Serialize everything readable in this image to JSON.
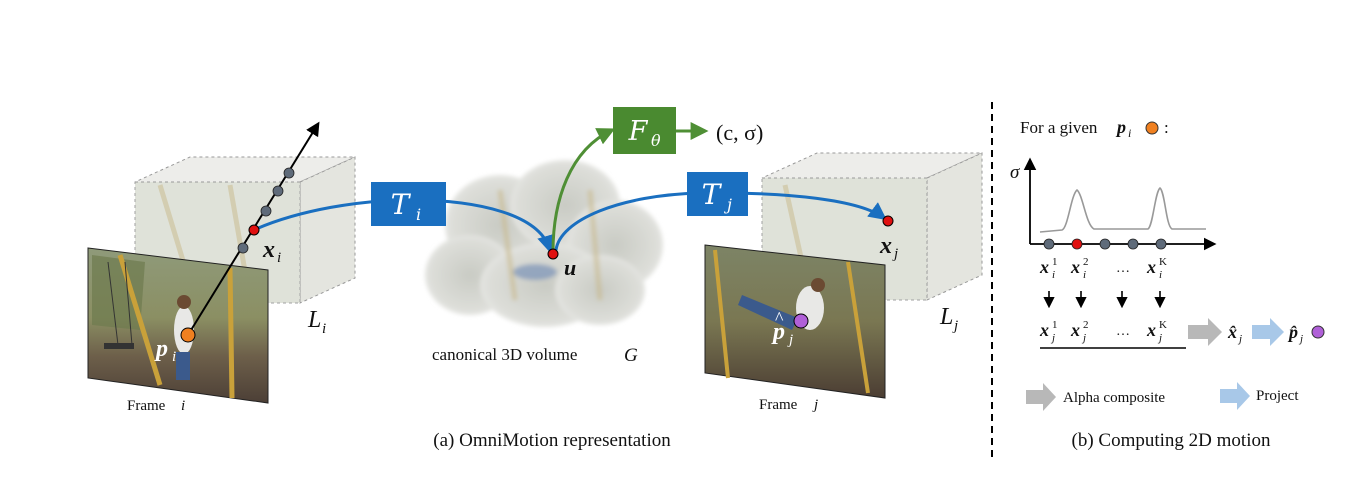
{
  "panel_a": {
    "caption": "(a) OmniMotion representation",
    "frame_i_label": "Frame",
    "frame_i_var": "i",
    "frame_j_label": "Frame",
    "frame_j_var": "j",
    "volume_label": "canonical 3D volume",
    "volume_var": "G",
    "L_i": "L",
    "L_i_sub": "i",
    "L_j": "L",
    "L_j_sub": "j",
    "x_i": "x",
    "x_i_sub": "i",
    "x_j": "x",
    "x_j_sub": "j",
    "p_i": "p",
    "p_i_sub": "i",
    "p_j": "p",
    "p_j_sub": "j",
    "u": "u",
    "T_i": "T",
    "T_i_sub": "i",
    "T_j": "T",
    "T_j_sub": "j",
    "F": "F",
    "F_sub": "θ",
    "output": "(c, σ)"
  },
  "panel_b": {
    "caption": "(b) Computing 2D motion",
    "heading_prefix": "For a given",
    "heading_var": "p",
    "heading_sub": "i",
    "heading_suffix": ":",
    "sigma": "σ",
    "top_row": [
      {
        "var": "x",
        "sub": "i",
        "sup": "1"
      },
      {
        "var": "x",
        "sub": "i",
        "sup": "2"
      },
      {
        "var": "…",
        "sub": "",
        "sup": ""
      },
      {
        "var": "x",
        "sub": "i",
        "sup": "K"
      }
    ],
    "bottom_row": [
      {
        "var": "x",
        "sub": "j",
        "sup": "1"
      },
      {
        "var": "x",
        "sub": "j",
        "sup": "2"
      },
      {
        "var": "…",
        "sub": "",
        "sup": ""
      },
      {
        "var": "x",
        "sub": "j",
        "sup": "K"
      }
    ],
    "xhat": "x̂",
    "xhat_sub": "j",
    "phat": "p̂",
    "phat_sub": "j",
    "legend_alpha": "Alpha composite",
    "legend_project": "Project"
  },
  "colors": {
    "transform_blue": "#1a6fc0",
    "mlp_green": "#4a8a30",
    "arrow_green": "#4f8f35",
    "point_red": "#e01010",
    "point_orange": "#f08020",
    "point_purple": "#b060d8",
    "sample_gray": "#5f6b7a",
    "alpha_gray": "#b8b8b8",
    "project_blue": "#a8c8e8"
  }
}
